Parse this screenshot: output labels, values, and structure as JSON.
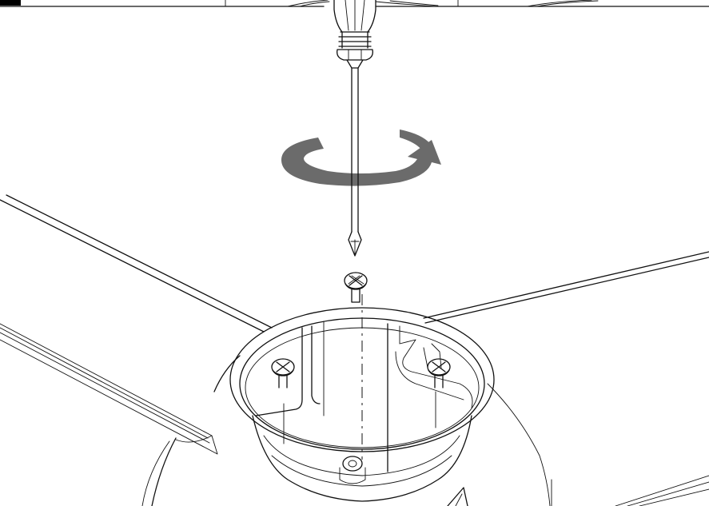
{
  "illustration": {
    "colors": {
      "line": "#111111",
      "background": "#ffffff",
      "rotation_arrow": "#6b6b6b",
      "corner_mark": "#000000"
    },
    "tool": "phillips-screwdriver",
    "screws_shown": 3,
    "rotation": "clockwise"
  }
}
